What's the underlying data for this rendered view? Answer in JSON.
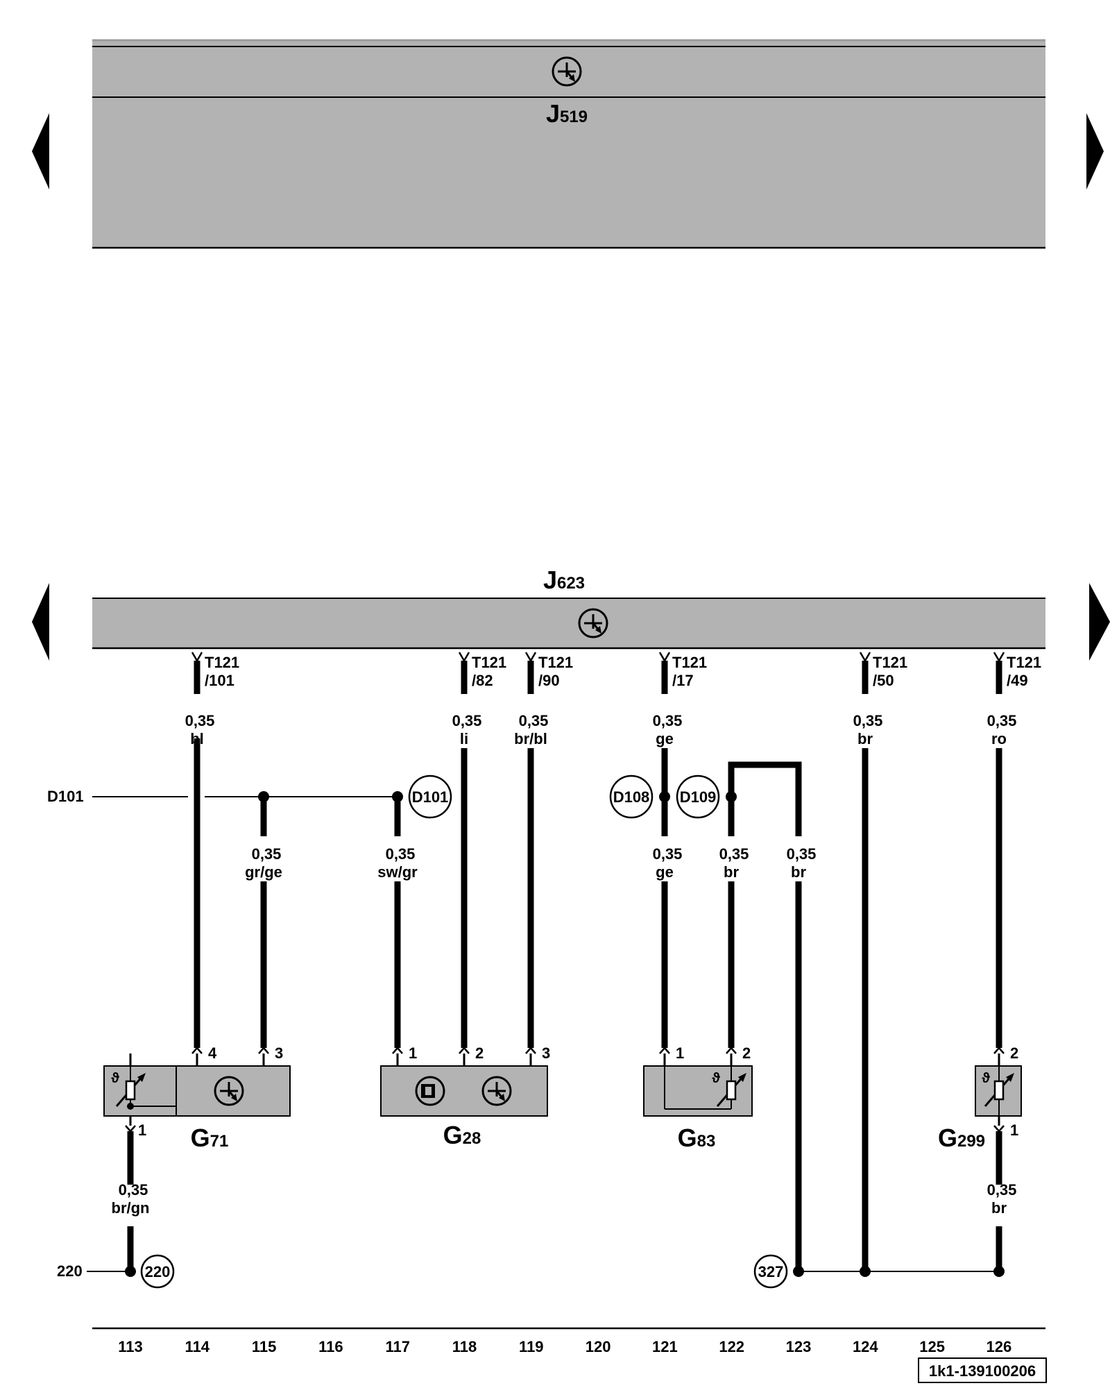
{
  "units": {
    "j519": {
      "name": "J",
      "sub": "519"
    },
    "j623": {
      "name": "J",
      "sub": "623"
    }
  },
  "components": {
    "g71": {
      "name": "G",
      "sub": "71",
      "pins": [
        "4",
        "3",
        "1"
      ]
    },
    "g28": {
      "name": "G",
      "sub": "28",
      "pins": [
        "1",
        "2",
        "3"
      ]
    },
    "g83": {
      "name": "G",
      "sub": "83",
      "pins": [
        "1",
        "2"
      ]
    },
    "g299": {
      "name": "G",
      "sub": "299",
      "pins": [
        "2",
        "1"
      ]
    }
  },
  "connectors": [
    {
      "name": "T121",
      "pin": "/101"
    },
    {
      "name": "T121",
      "pin": "/82"
    },
    {
      "name": "T121",
      "pin": "/90"
    },
    {
      "name": "T121",
      "pin": "/17"
    },
    {
      "name": "T121",
      "pin": "/50"
    },
    {
      "name": "T121",
      "pin": "/49"
    }
  ],
  "wires": [
    {
      "gauge": "0,35",
      "color": "bl"
    },
    {
      "gauge": "0,35",
      "color": "li"
    },
    {
      "gauge": "0,35",
      "color": "br/bl"
    },
    {
      "gauge": "0,35",
      "color": "ge"
    },
    {
      "gauge": "0,35",
      "color": "br"
    },
    {
      "gauge": "0,35",
      "color": "ro"
    },
    {
      "gauge": "0,35",
      "color": "gr/ge"
    },
    {
      "gauge": "0,35",
      "color": "sw/gr"
    },
    {
      "gauge": "0,35",
      "color": "ge"
    },
    {
      "gauge": "0,35",
      "color": "br"
    },
    {
      "gauge": "0,35",
      "color": "br"
    },
    {
      "gauge": "0,35",
      "color": "br/gn"
    },
    {
      "gauge": "0,35",
      "color": "br"
    }
  ],
  "references": {
    "d101_left": "D101",
    "d101": "D101",
    "d108": "D108",
    "d109": "D109",
    "n220_left": "220",
    "n220": "220",
    "n327": "327"
  },
  "track_numbers": [
    "113",
    "114",
    "115",
    "116",
    "117",
    "118",
    "119",
    "120",
    "121",
    "122",
    "123",
    "124",
    "125",
    "126"
  ],
  "doc_id": "1k1-139100206",
  "colors": {
    "module_fill": "#b3b3b3",
    "line": "#000000",
    "background": "#ffffff"
  }
}
